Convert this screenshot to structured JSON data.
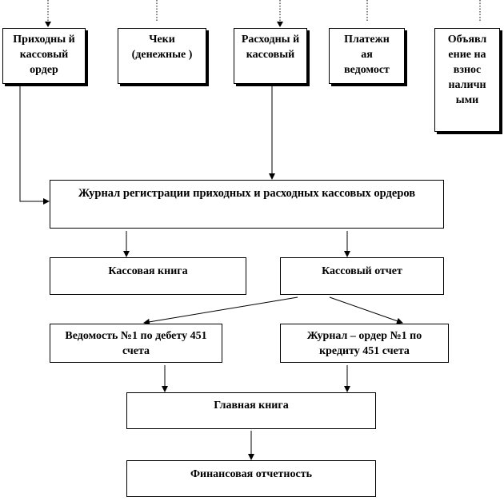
{
  "boxes": {
    "prikhodny_order": "Приходны й кассовый ордер",
    "cheki": "Чеки (денежные )",
    "raskhodny_order": "Расходны й кассовый",
    "platezhnaya_vedomost": "Платежн ая ведомост",
    "obyavlenie": "Объявл ение на взнос наличн ыми",
    "zhurnal_registratsii": "Журнал регистрации приходных и расходных кассовых ордеров",
    "kassovaya_kniga": "Кассовая книга",
    "kassovy_otchet": "Кассовый отчет",
    "vedomost_1": "Ведомость №1 по дебету 451 счета",
    "zhurnal_order_1": "Журнал – ордер №1 по кредиту 451 счета",
    "glavnaya_kniga": "Главная книга",
    "finansovaya_otchetnost": "Финансовая отчетность"
  }
}
